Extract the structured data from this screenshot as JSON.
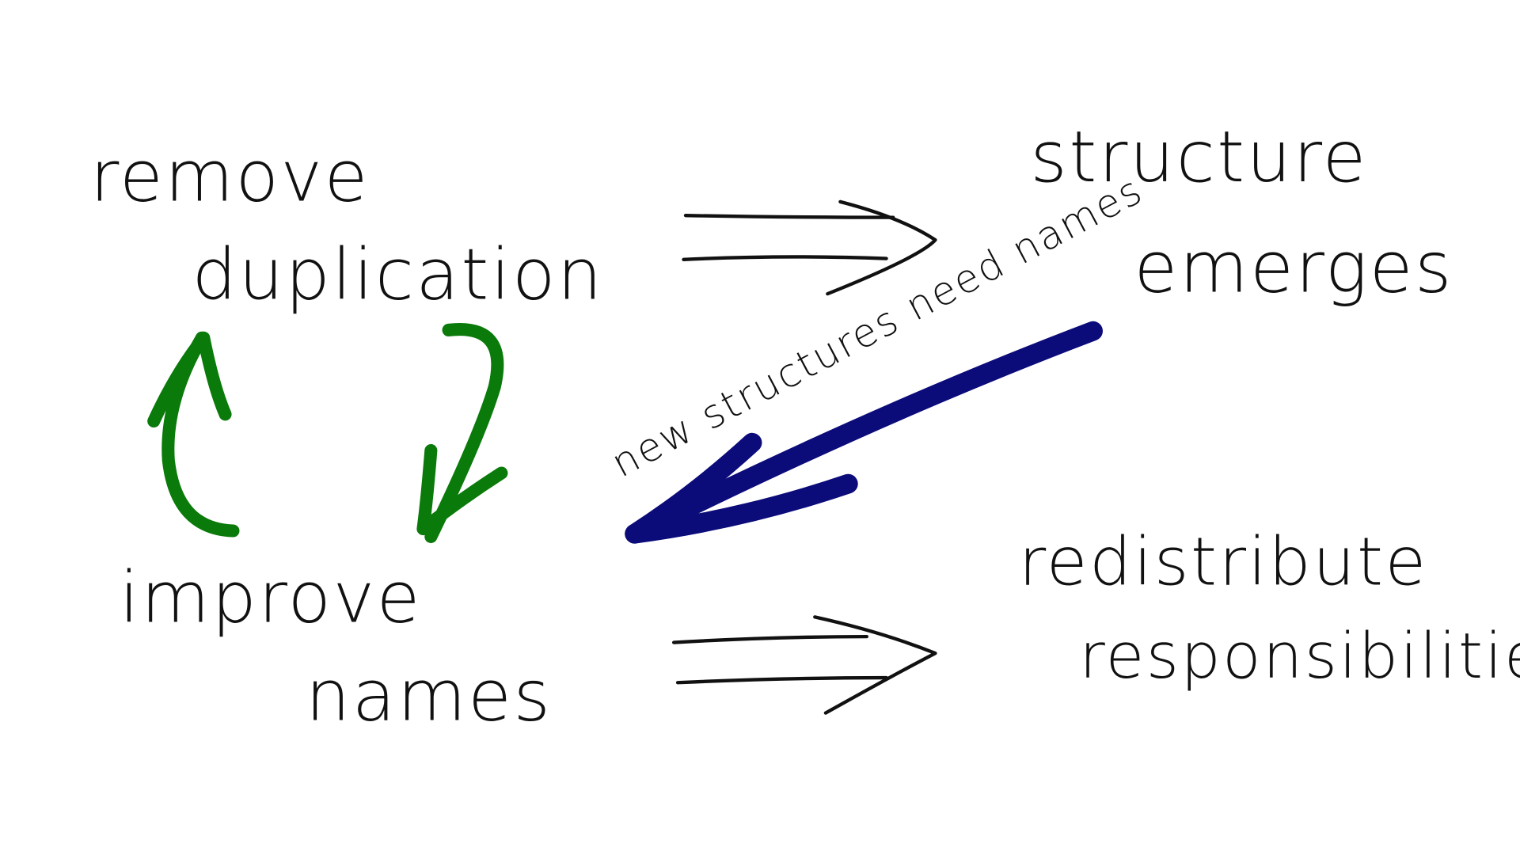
{
  "nodes": {
    "remove_duplication": [
      "remove",
      "duplication"
    ],
    "structure_emerges": [
      "structure",
      "emerges"
    ],
    "improve_names": [
      "improve",
      "names"
    ],
    "redistribute_responsibilities": [
      "redistribute",
      "responsibilities"
    ]
  },
  "edges": {
    "feedback_label": "new structures need names"
  },
  "colors": {
    "ink": "#111111",
    "cycle_arrows": "#0a7a0a",
    "feedback_arrow": "#0b0b7a"
  }
}
